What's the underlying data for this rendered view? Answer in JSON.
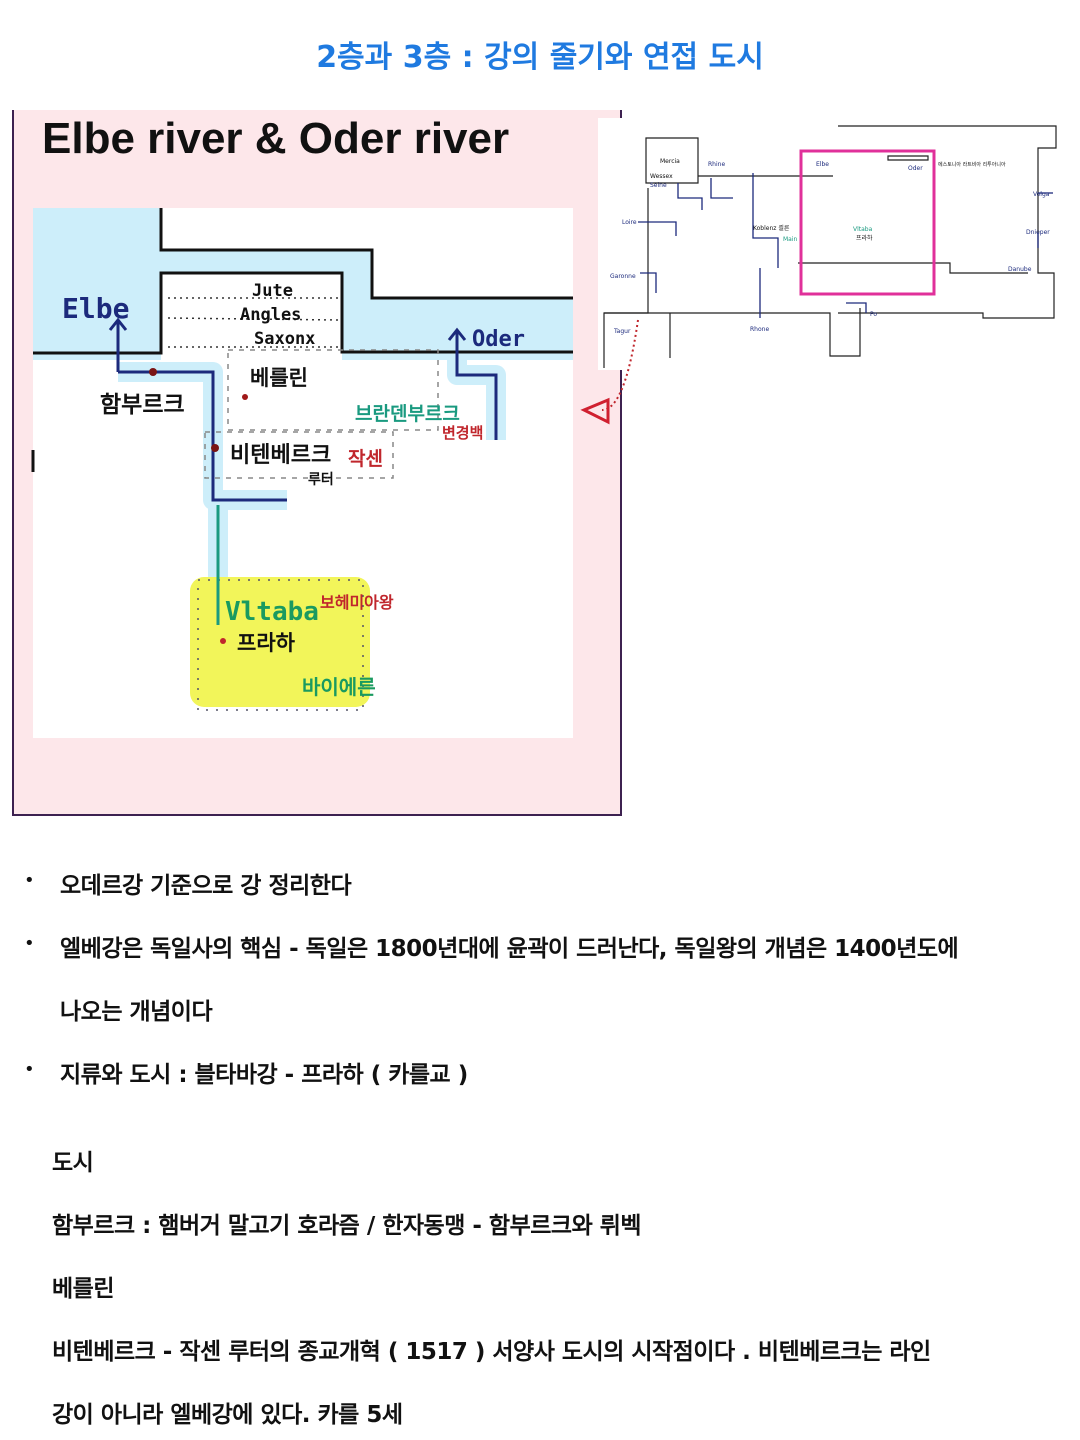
{
  "title": "2층과 3층 : 강의 줄기와 연접 도시",
  "panel": {
    "heading": "Elbe river & Oder river",
    "sketch_labels": {
      "elbe": "Elbe",
      "oder": "Oder",
      "jute": "Jute",
      "angles": "Angles",
      "saxonx": "Saxonx",
      "hamburg": "함부르크",
      "berlin": "베를린",
      "brandenburg": "브란덴부르크",
      "margrave": "변경백",
      "wittenberg": "비텐베르크",
      "luther": "루터",
      "saxony": "작센",
      "vltava": "Vltaba",
      "bohemia_king": "보헤미아왕",
      "prague": "프라하",
      "bavaria": "바이에른"
    }
  },
  "overview_map": {
    "labels": {
      "elbe": "Elbe",
      "oder": "Oder",
      "rhine": "Rhine",
      "seine": "Seine",
      "loire": "Loire",
      "garonne": "Garonne",
      "tagus": "Tagur",
      "rhone": "Rhone",
      "po": "Po",
      "volga": "Volga",
      "dnieper": "Dnieper",
      "danube": "Danube",
      "main": "Main",
      "mercia": "Mercia",
      "baltic": "에스토니아 라트비아 리투아니아",
      "kolner": "Koblenz 쾰른",
      "wessex": "Wessex",
      "prague": "프라하",
      "vltava": "Vltaba"
    },
    "highlight_color": "#e0309a"
  },
  "colors": {
    "title": "#1f7ae0",
    "panel_bg": "#fde7ea",
    "river": "#1c2a7c",
    "teal": "#1a9a80",
    "red": "#c0262c",
    "yellow": "#f2f55a",
    "water": "#cdeefa"
  },
  "bullets": [
    {
      "text": "오데르강 기준으로 강 정리한다"
    },
    {
      "text": "엘베강은 독일사의 핵심 - 독일은 1800년대에 윤곽이 드러난다, 독일왕의 개념은 1400년도에",
      "continuation": "나오는 개념이다"
    },
    {
      "text": "지류와 도시 :  블타바강  -  프라하 ( 카를교 )"
    }
  ],
  "cities": {
    "heading": "도시",
    "lines": [
      "함부르크 : 햄버거 말고기  호라즘 /  한자동맹  - 함부르크와   뤼벡",
      "베를린",
      "비텐베르크 - 작센 루터의 종교개혁 ( 1517 )  서양사 도시의 시작점이다 .  비텐베르크는 라인",
      "강이 아니라 엘베강에 있다. 카를 5세"
    ]
  }
}
